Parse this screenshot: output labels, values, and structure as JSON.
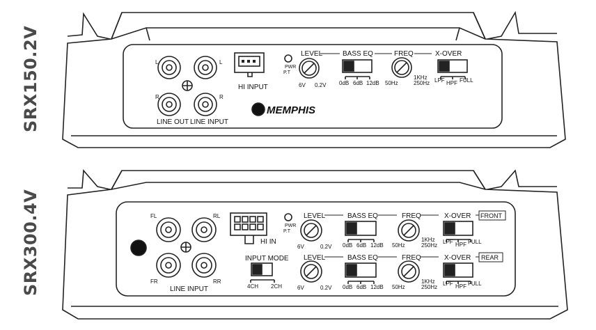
{
  "models": {
    "top": "SRX150.2V",
    "bottom": "SRX300.4V"
  },
  "top_panel": {
    "jack_left": "L",
    "jack_right": "L",
    "jack_left_r": "R",
    "jack_right_r": "R",
    "line_out": "LINE OUT",
    "line_input": "LINE INPUT",
    "hi_input": "HI INPUT",
    "pwr": "PWR",
    "pt": "P.T",
    "level": "LEVEL",
    "level_min": "6V",
    "level_max": "0.2V",
    "bass_eq": "BASS EQ",
    "bass_0": "0dB",
    "bass_6": "6dB",
    "bass_12": "12dB",
    "freq": "FREQ",
    "freq_min": "50Hz",
    "freq_mid": "1KHz",
    "freq_max": "250Hz",
    "xover": "X-OVER",
    "lpf": "LPF",
    "hpf": "HPF",
    "full": "FULL",
    "brand": "MEMPHIS"
  },
  "bottom_panel": {
    "fl": "FL",
    "rl": "RL",
    "fr": "FR",
    "rr": "RR",
    "line_input": "LINE INPUT",
    "hi_in": "HI IN",
    "pwr": "PWR",
    "pt": "P.T",
    "input_mode": "INPUT MODE",
    "ch4": "4CH",
    "ch2": "2CH",
    "level": "LEVEL",
    "level_min": "6V",
    "level_max": "0.2V",
    "bass_eq": "BASS EQ",
    "bass_0": "0dB",
    "bass_6": "6dB",
    "bass_12": "12dB",
    "freq": "FREQ",
    "freq_min": "50Hz",
    "freq_mid": "1KHz",
    "freq_max": "250Hz",
    "xover": "X-OVER",
    "front": "FRONT",
    "rear": "REAR",
    "lpf": "LPF",
    "hpf": "HPF",
    "full": "FULL"
  }
}
